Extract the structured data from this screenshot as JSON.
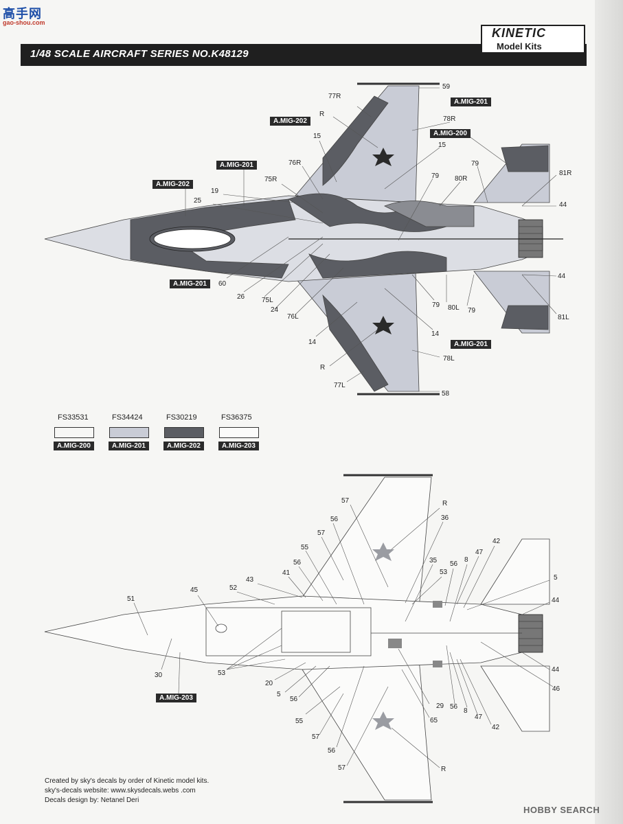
{
  "watermark": {
    "logo": "高手网",
    "url": "gao-shou.com"
  },
  "header": {
    "series": "1/48 SCALE  AIRCRAFT  SERIES NO.K48129",
    "brand": "KINETIC",
    "brand_sub": "Model Kits"
  },
  "top_view_callouts": [
    "59",
    "77R",
    "R",
    "78R",
    "15",
    "15",
    "76R",
    "75R",
    "19",
    "25",
    "79",
    "80R",
    "79",
    "81R",
    "44",
    "44",
    "60",
    "26",
    "75L",
    "24",
    "76L",
    "14",
    "79",
    "80L",
    "79",
    "81L",
    "14",
    "R",
    "77L",
    "58",
    "78L"
  ],
  "top_view_tags": [
    "A.MIG-201",
    "A.MIG-202",
    "A.MIG-200",
    "A.MIG-201",
    "A.MIG-202",
    "A.MIG-201",
    "A.MIG-201"
  ],
  "palette": [
    {
      "fs": "FS33531",
      "code": "A.MIG-200",
      "color": "#f7f7f5"
    },
    {
      "fs": "FS34424",
      "code": "A.MIG-201",
      "color": "#c9ccd6"
    },
    {
      "fs": "FS30219",
      "code": "A.MIG-202",
      "color": "#5b5d63"
    },
    {
      "fs": "FS36375",
      "code": "A.MIG-203",
      "color": "#fbfbfa"
    }
  ],
  "bottom_view_callouts": [
    "57",
    "R",
    "56",
    "36",
    "57",
    "55",
    "56",
    "41",
    "43",
    "52",
    "45",
    "51",
    "42",
    "47",
    "8",
    "56",
    "35",
    "53",
    "5",
    "44",
    "30",
    "20",
    "5",
    "56",
    "55",
    "57",
    "56",
    "57",
    "53",
    "29",
    "65",
    "56",
    "8",
    "47",
    "42",
    "44",
    "46",
    "R"
  ],
  "bottom_view_tags": [
    "A.MIG-203"
  ],
  "credits": {
    "line1": "Created by sky's decals by order of Kinetic model kits.",
    "line2": "sky's-decals website: www.skysdecals.webs .com",
    "line3": "Decals design by: Netanel Deri"
  },
  "footer_brand": "HOBBY SEARCH"
}
